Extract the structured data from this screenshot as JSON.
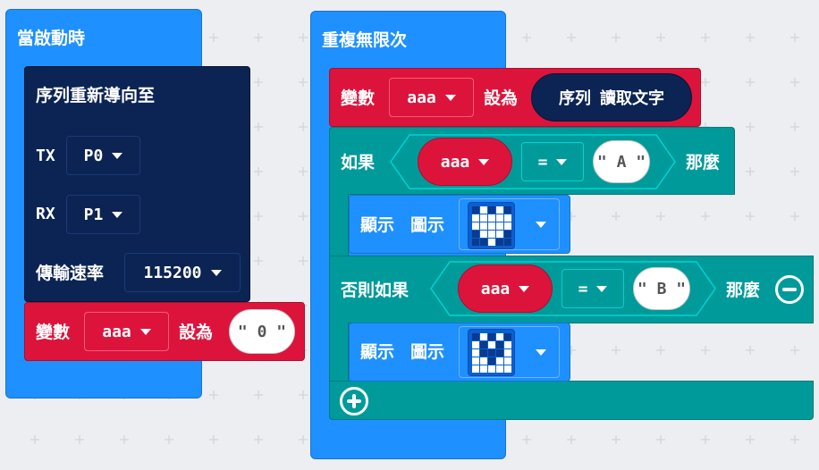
{
  "on_start": {
    "hat_label": "當啟動時",
    "serial": {
      "label": "序列重新導向至",
      "tx_label": "TX",
      "tx_value": "P0",
      "rx_label": "RX",
      "rx_value": "P1",
      "baud_label": "傳輸速率",
      "baud_value": "115200"
    },
    "set_var": {
      "label": "變數",
      "var": "aaa",
      "to_label": "設為",
      "value": "0"
    }
  },
  "forever": {
    "hat_label": "重複無限次",
    "set_var": {
      "label": "變數",
      "var": "aaa",
      "to_label": "設為",
      "reporter_a": "序列",
      "reporter_b": "讀取文字"
    },
    "if_block": {
      "if_label": "如果",
      "then_label": "那麼",
      "cond1": {
        "var": "aaa",
        "op": "=",
        "value": "A"
      },
      "show1": {
        "label_a": "顯示",
        "label_b": "圖示",
        "pattern": [
          [
            0,
            1,
            0,
            1,
            0
          ],
          [
            1,
            1,
            1,
            1,
            1
          ],
          [
            1,
            1,
            1,
            1,
            1
          ],
          [
            0,
            1,
            1,
            1,
            0
          ],
          [
            0,
            0,
            1,
            0,
            0
          ]
        ]
      },
      "elseif_label": "否則如果",
      "then2_label": "那麼",
      "cond2": {
        "var": "aaa",
        "op": "=",
        "value": "B"
      },
      "show2": {
        "label_a": "顯示",
        "label_b": "圖示",
        "pattern": [
          [
            0,
            1,
            0,
            1,
            0
          ],
          [
            1,
            0,
            1,
            0,
            1
          ],
          [
            1,
            0,
            0,
            0,
            1
          ],
          [
            1,
            1,
            0,
            1,
            1
          ],
          [
            1,
            1,
            1,
            1,
            1
          ]
        ]
      }
    }
  },
  "colors": {
    "events": "#1e90ff",
    "serial": "#0b2453",
    "variables": "#dc143c",
    "logic": "#009a9a",
    "led": "#0b5fd0"
  }
}
